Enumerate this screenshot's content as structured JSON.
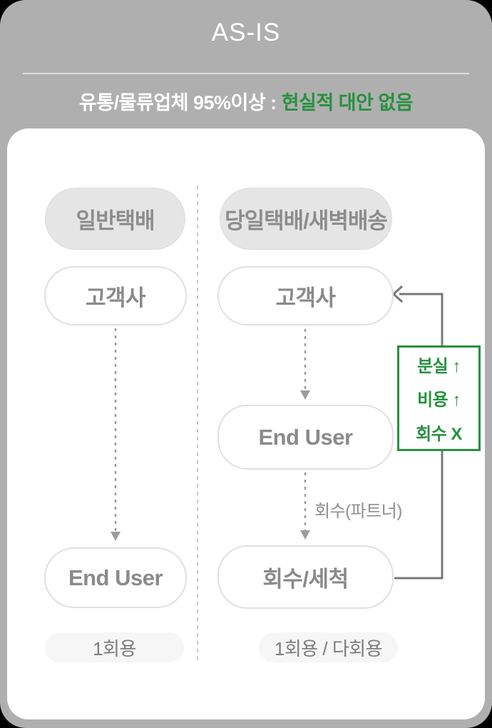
{
  "header": {
    "title": "AS-IS",
    "subtitle_plain": "유통/물류업체 95%이상 : ",
    "subtitle_highlight": "현실적 대안 없음"
  },
  "colors": {
    "background_gray": "#AFAFAF",
    "accent_green": "#27913E",
    "loop_line_gray": "#787878",
    "dashed_line_gray": "#9C9C9C"
  },
  "diagram": {
    "left_flow": {
      "header": "일반택배",
      "step_customer": "고객사",
      "step_end_user": "End User",
      "footer": "1회용"
    },
    "right_flow": {
      "header": "당일택배/새벽배송",
      "step_customer": "고객사",
      "step_end_user": "End User",
      "step_recovery": "회수/세척",
      "edge_label": "회수(파트너)",
      "footer": "1회용 / 다회용"
    },
    "issue_box": {
      "line_loss": "분실 ↑",
      "line_cost": "비용 ↑",
      "line_recovery": "회수 X"
    }
  }
}
